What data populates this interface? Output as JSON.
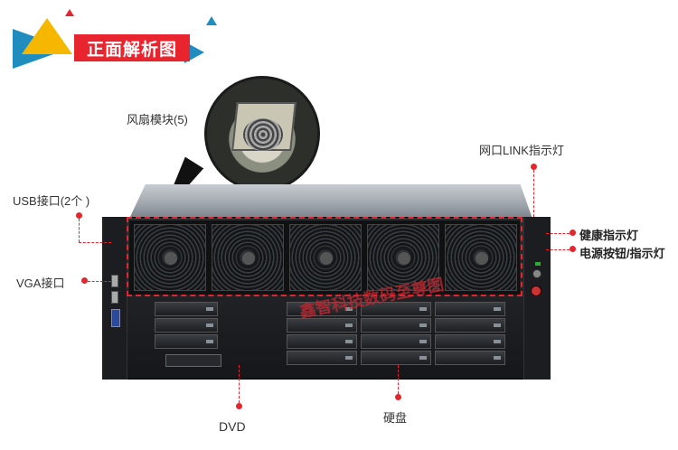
{
  "banner": {
    "title": "正面解析图"
  },
  "callouts": {
    "fan_module": "风扇模块(5)",
    "network_link": "网口LINK指示灯",
    "usb": "USB接口(2个 )",
    "health": "健康指示灯",
    "power": "电源按钮/指示灯",
    "vga": "VGA接口",
    "dvd": "DVD",
    "hdd": "硬盘"
  },
  "watermark": "鑫智科技数码至尊图",
  "colors": {
    "accent": "#e3262e",
    "banner": "#e8242f",
    "teal": "#1f8ebf",
    "yellow": "#f5b700"
  }
}
